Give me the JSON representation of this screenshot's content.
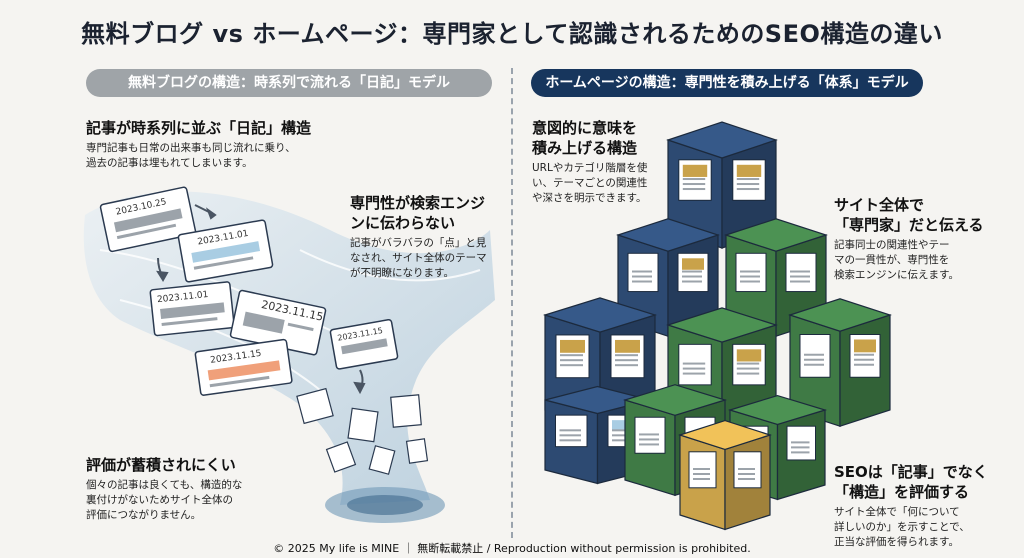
{
  "title": "無料ブログ vs ホームページ：専門家として認識されるためのSEO構造の違い",
  "left": {
    "header": "無料ブログの構造：時系列で流れる「日記」モデル",
    "point1": {
      "title": "記事が時系列に並ぶ「日記」構造",
      "body1": "専門記事も日常の出来事も同じ流れに乗り、",
      "body2": "過去の記事は埋もれてしまいます。"
    },
    "point2": {
      "title1": "専門性が検索エンジ",
      "title2": "ンに伝わらない",
      "body1": "記事がバラバラの「点」と見",
      "body2": "なされ、サイト全体のテーマ",
      "body3": "が不明瞭になります。"
    },
    "point3": {
      "title": "評価が蓄積されにくい",
      "body1": "個々の記事は良くても、構造的な",
      "body2": "裏付けがないためサイト全体の",
      "body3": "評価につながりません。"
    },
    "dates": [
      "2023.10.25",
      "2023.11.01",
      "2023.11.01",
      "2023.11.15",
      "2023.11.15",
      "2023.11.15"
    ]
  },
  "right": {
    "header": "ホームページの構造：専門性を積み上げる「体系」モデル",
    "point1": {
      "title1": "意図的に意味を",
      "title2": "積み上げる構造",
      "body1": "URLやカテゴリ階層を使",
      "body2": "い、テーマごとの関連性",
      "body3": "や深さを明示できます。"
    },
    "point2": {
      "title1": "サイト全体で",
      "title2": "「専門家」だと伝える",
      "body1": "記事同士の関連性やテー",
      "body2": "マの一貫性が、専門性を",
      "body3": "検索エンジンに伝えます。"
    },
    "point3": {
      "title1": "SEOは「記事」でなく",
      "title2": "「構造」を評価する",
      "body1": "サイト全体で「何について",
      "body2": "詳しいのか」を示すことで、",
      "body3": "正当な評価を得られます。"
    }
  },
  "colors": {
    "navy": "#2d4a72",
    "green": "#3f7a45",
    "gold": "#c9a24a",
    "water": "#8fb4cf",
    "pill_left": "#9fa4a8",
    "pill_right": "#17365d"
  },
  "footer": "© 2025 My life is MINE ｜ 無断転載禁止 / Reproduction without permission is prohibited."
}
